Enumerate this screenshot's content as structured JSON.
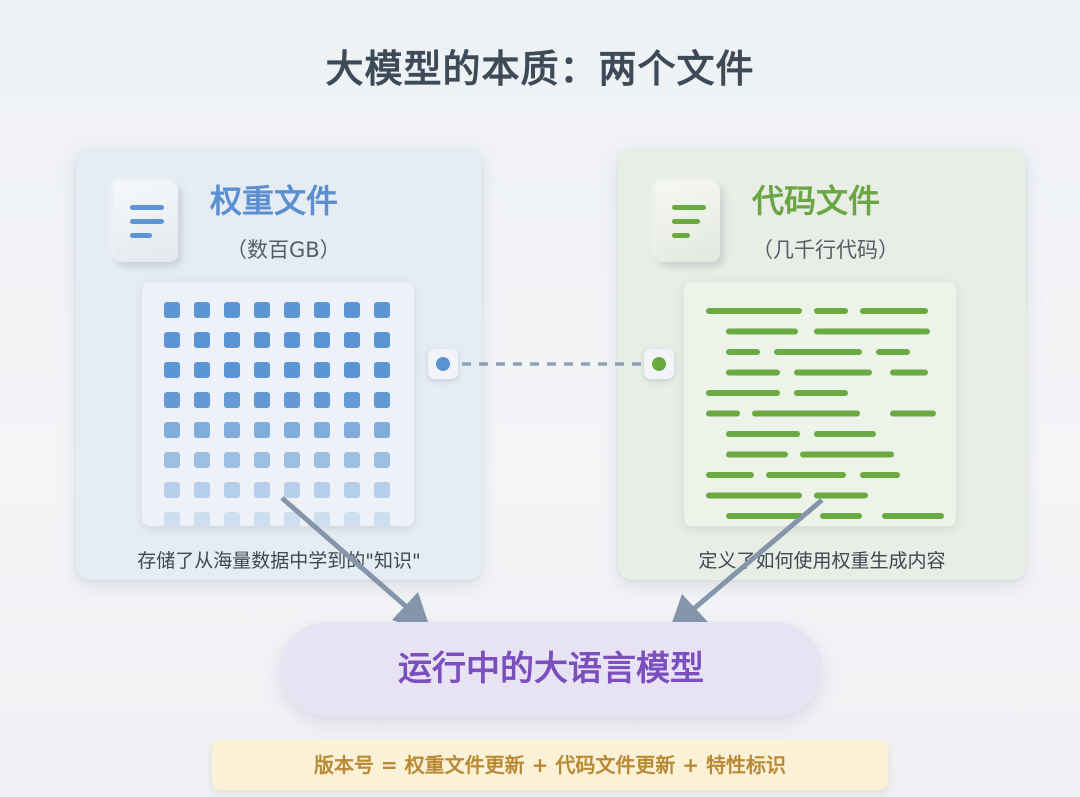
{
  "title": "大模型的本质：两个文件",
  "weights": {
    "title": "权重文件",
    "subtitle": "（数百GB）",
    "caption": "存储了从海量数据中学到的\"知识\"",
    "icon": "document-lines-icon",
    "color": "#5b8fcf"
  },
  "code": {
    "title": "代码文件",
    "subtitle": "（几千行代码）",
    "caption": "定义了如何使用权重生成内容",
    "icon": "document-lines-icon",
    "color": "#6aa644"
  },
  "center": {
    "label": "运行中的大语言模型",
    "color": "#7c4fbf"
  },
  "footer": {
    "text": "版本号 = 权重文件更新 + 代码文件更新 + 特性标识",
    "color": "#b98a35"
  }
}
